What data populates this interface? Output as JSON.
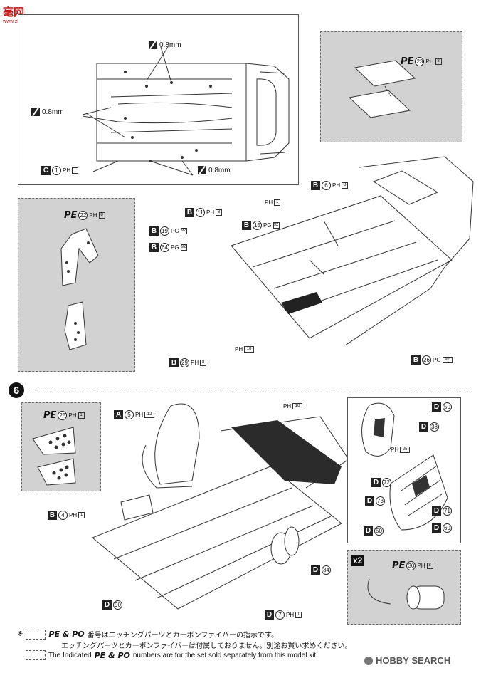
{
  "watermark": {
    "site_chars": "毫网",
    "site_url": "www.zhhobby.com"
  },
  "top_left_panel": {
    "thickness_top": "0.8mm",
    "thickness_left": "0.8mm",
    "thickness_bottom": "0.8mm",
    "part_letter": "C",
    "part_num": "1",
    "ph_label": "PH",
    "ph_box": ""
  },
  "pe23_panel": {
    "pe_label": "PE",
    "pe_num": "23",
    "ph_label": "PH",
    "ph_box": "8"
  },
  "pe22_panel": {
    "pe_label": "PE",
    "pe_num": "22",
    "ph_label": "PH",
    "ph_box": "8"
  },
  "step5_labels": [
    {
      "letter": "B",
      "num": "6",
      "ph": "PH",
      "box": "8"
    },
    {
      "letter": "",
      "num": "",
      "ph": "PH",
      "box": "1"
    },
    {
      "letter": "B",
      "num": "11",
      "ph": "PH",
      "box": "8"
    },
    {
      "letter": "B",
      "num": "15",
      "ph": "PG",
      "box": "92"
    },
    {
      "letter": "B",
      "num": "19",
      "ph": "PG",
      "box": "92"
    },
    {
      "letter": "B",
      "num": "64",
      "ph": "PG",
      "box": "92"
    },
    {
      "letter": "",
      "num": "",
      "ph": "PH",
      "box": "18"
    },
    {
      "letter": "B",
      "num": "29",
      "ph": "PH",
      "box": "8"
    },
    {
      "letter": "B",
      "num": "26",
      "ph": "PG",
      "box": "92"
    }
  ],
  "step6": {
    "number": "6"
  },
  "pe25_panel": {
    "pe_label": "PE",
    "pe_num": "25",
    "ph_label": "PH",
    "ph_box": "1"
  },
  "step6_labels": [
    {
      "letter": "A",
      "num": "5",
      "ph": "PH",
      "box": "12"
    },
    {
      "letter": "",
      "num": "",
      "ph": "PH",
      "box": "18"
    },
    {
      "letter": "B",
      "num": "4",
      "ph": "PH",
      "box": "1"
    },
    {
      "letter": "D",
      "num": "34",
      "ph": "",
      "box": ""
    },
    {
      "letter": "D",
      "num": "90",
      "ph": "",
      "box": ""
    },
    {
      "letter": "D",
      "num": "7",
      "ph": "PH",
      "box": "1"
    }
  ],
  "seat_panel": {
    "ph_label": "PH",
    "ph_box": "25",
    "parts": [
      {
        "letter": "D",
        "num": "50"
      },
      {
        "letter": "D",
        "num": "38"
      },
      {
        "letter": "D",
        "num": "72"
      },
      {
        "letter": "D",
        "num": "73"
      },
      {
        "letter": "D",
        "num": "71"
      },
      {
        "letter": "D",
        "num": "50"
      },
      {
        "letter": "D",
        "num": "69"
      }
    ]
  },
  "pe30_panel": {
    "multiplier": "x2",
    "pe_label": "PE",
    "pe_num": "30",
    "ph_label": "PH",
    "ph_box": "8"
  },
  "footnote": {
    "asterisk": "※",
    "pe_po": "PE & PO",
    "jp_line1": "番号はエッチングパーツとカーボンファイバーの指示です。",
    "jp_line2": "エッチングパーツとカーボンファイバーは付属しておりません。別途お買い求めください。",
    "en_prefix": "The Indicated",
    "en_suffix": "numbers are for the set sold separately from this model kit."
  },
  "brand": {
    "name": "HOBBY SEARCH"
  }
}
